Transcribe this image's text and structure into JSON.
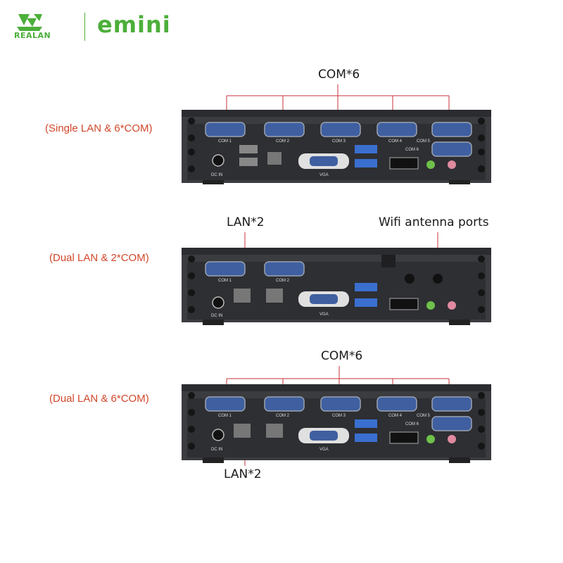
{
  "brand": {
    "logo_text": "REALAN",
    "product_name": "emini",
    "accent_green": "#4caf3a",
    "accent_red": "#d2472b"
  },
  "variants": [
    {
      "label": "(Single LAN & 6*COM)",
      "callouts": [
        "COM*6"
      ],
      "port_labels": [
        "COM 1",
        "COM 2",
        "COM 3",
        "COM 4",
        "COM 5",
        "COM 6",
        "DC IN",
        "VGA"
      ]
    },
    {
      "label": "(Dual LAN & 2*COM)",
      "callouts": [
        "LAN*2",
        "Wifi antenna ports"
      ],
      "port_labels": [
        "COM 1",
        "COM 2",
        "DC IN",
        "VGA"
      ]
    },
    {
      "label": "(Dual LAN & 6*COM)",
      "callouts": [
        "COM*6",
        "LAN*2"
      ],
      "port_labels": [
        "COM 1",
        "COM 2",
        "COM 3",
        "COM 4",
        "COM 5",
        "COM 6",
        "DC IN",
        "VGA"
      ]
    }
  ],
  "icons": [
    "realan-logo-icon",
    "usb-icon",
    "ethernet-icon",
    "hdmi-icon",
    "audio-icon",
    "ss-usb-icon"
  ],
  "colors": {
    "chassis": "#3b3c40",
    "db9_port": "#3f5fa0",
    "callout_line": "#c8323a",
    "audio_green": "#6ec14a",
    "audio_pink": "#e08aa0"
  }
}
